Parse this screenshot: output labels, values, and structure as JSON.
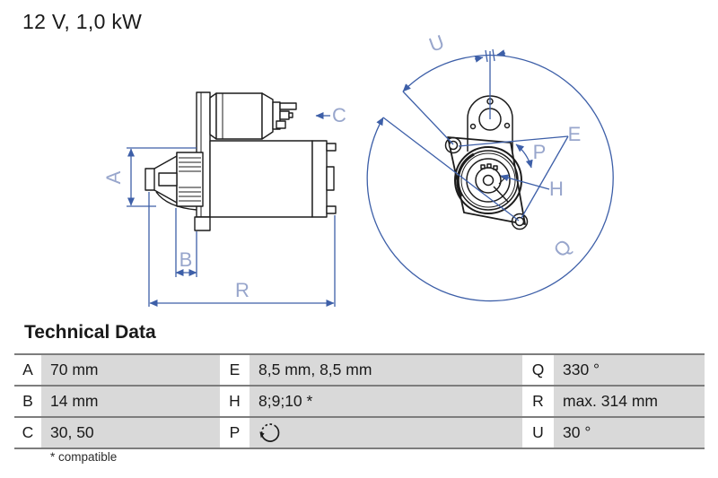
{
  "title": "12 V, 1,0 kW",
  "table": {
    "heading": "Technical Data",
    "rows": [
      {
        "c1k": "A",
        "c1v": "70 mm",
        "c2k": "E",
        "c2v": "8,5 mm, 8,5 mm",
        "c3k": "Q",
        "c3v": "330 °"
      },
      {
        "c1k": "B",
        "c1v": "14 mm",
        "c2k": "H",
        "c2v": "8;9;10 *",
        "c3k": "R",
        "c3v": "max. 314 mm"
      },
      {
        "c1k": "C",
        "c1v": "30, 50",
        "c2k": "P",
        "c2v": "",
        "c3k": "U",
        "c3v": "30 °"
      }
    ],
    "footnote": "* compatible",
    "rotation_icon": "counterclockwise-rotation"
  },
  "diagram": {
    "side_labels": {
      "a": "A",
      "b": "B",
      "c": "C",
      "r": "R"
    },
    "front_labels": {
      "u": "U",
      "e": "E",
      "p": "P",
      "h": "H",
      "q": "Q"
    }
  },
  "colors": {
    "dim_line": "#3d5fa8",
    "dim_label": "#98a6cc",
    "line_art": "#1c1c1c",
    "cell_bg": "#d9d9d9",
    "table_border": "#7d7d7d"
  }
}
